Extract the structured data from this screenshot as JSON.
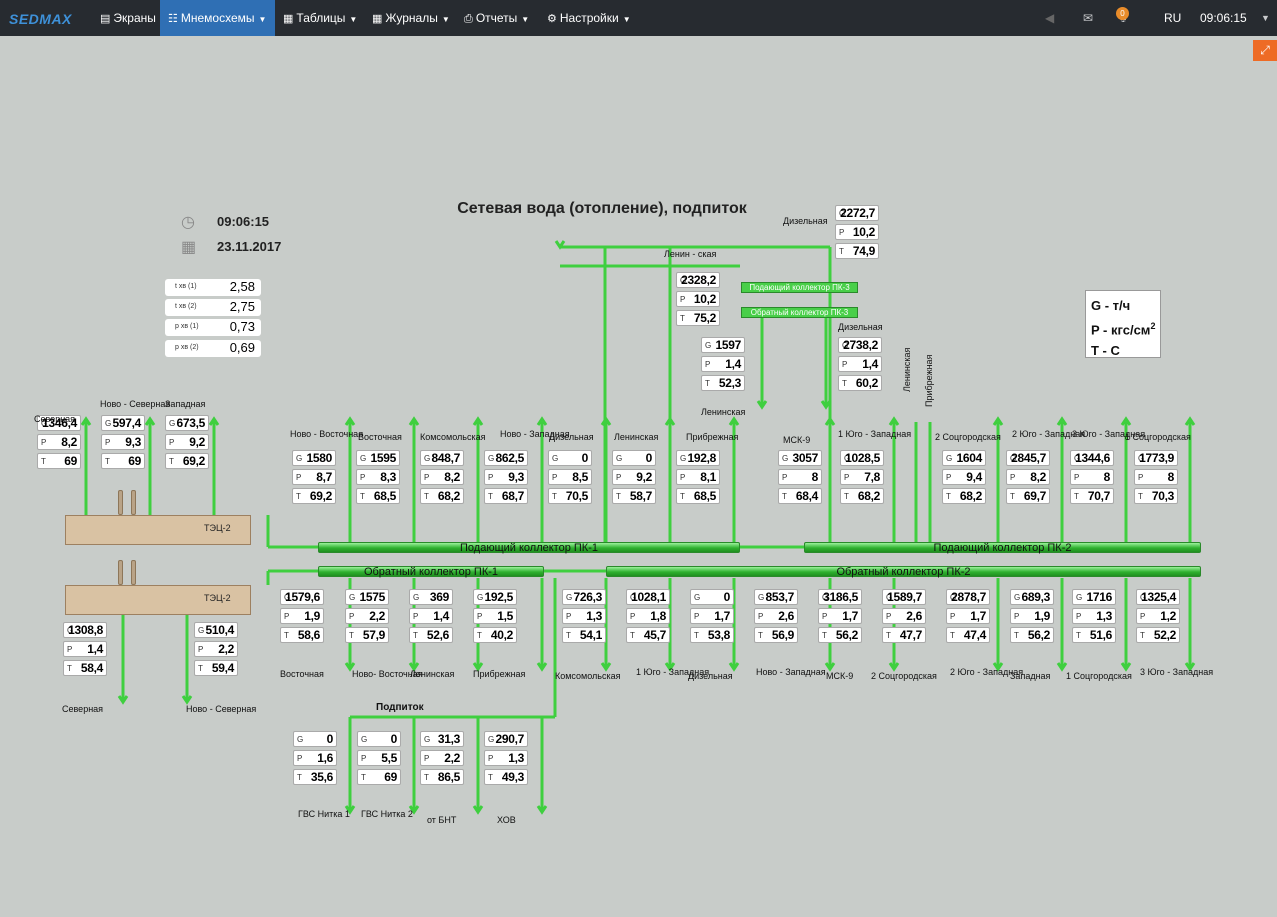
{
  "nav": {
    "logo": "SEDMAX",
    "items": [
      {
        "label": "Экраны",
        "icon": "chart-icon"
      },
      {
        "label": "Мнемосхемы",
        "icon": "sitemap-icon",
        "active": true
      },
      {
        "label": "Таблицы",
        "icon": "table-icon"
      },
      {
        "label": "Журналы",
        "icon": "list-icon"
      },
      {
        "label": "Отчеты",
        "icon": "print-icon"
      },
      {
        "label": "Настройки",
        "icon": "gear-icon"
      }
    ],
    "notif_count": "0",
    "lang": "RU",
    "time": "09:06:15"
  },
  "scheme": {
    "title": "Сетевая вода (отопление), подпиток",
    "time": "09:06:15",
    "date": "23.11.2017",
    "legend": [
      "G - т/ч",
      "P - кгс/см",
      "T - С"
    ],
    "params": [
      {
        "label": "t хв (1)",
        "value": "2,58"
      },
      {
        "label": "t хв (2)",
        "value": "2,75"
      },
      {
        "label": "р хв (1)",
        "value": "0,73"
      },
      {
        "label": "р хв (2)",
        "value": "0,69"
      }
    ],
    "collectors": [
      {
        "label": "Подающий коллектор ПК-1"
      },
      {
        "label": "Подающий коллектор ПК-2"
      },
      {
        "label": "Обратный коллектор ПК-1"
      },
      {
        "label": "Обратный коллектор ПК-2"
      },
      {
        "label": "Подающий коллектор ПК-3"
      },
      {
        "label": "Обратный коллектор ПК-3"
      }
    ],
    "tec": [
      "ТЭЦ-2",
      "ТЭЦ-2"
    ],
    "podpitok": "Подпиток",
    "labels_vert": [
      "Ленинская",
      "Прибрежная"
    ],
    "gauges": [
      {
        "name": "Северная",
        "G": "1346,4",
        "P": "8,2",
        "T": "69"
      },
      {
        "name": "Ново - Северная",
        "G": "597,4",
        "P": "9,3",
        "T": "69"
      },
      {
        "name": "Западная",
        "G": "673,5",
        "P": "9,2",
        "T": "69,2"
      },
      {
        "name": "Ново - Восточная",
        "G": "1580",
        "P": "8,7",
        "T": "69,2"
      },
      {
        "name": "Восточная",
        "G": "1595",
        "P": "8,3",
        "T": "68,5"
      },
      {
        "name": "Комсомольская",
        "G": "848,7",
        "P": "8,2",
        "T": "68,2"
      },
      {
        "name": "Ново - Западная",
        "G": "862,5",
        "P": "9,3",
        "T": "68,7"
      },
      {
        "name": "Дизельная",
        "G": "0",
        "P": "8,5",
        "T": "70,5"
      },
      {
        "name": "Ленинская",
        "G": "0",
        "P": "9,2",
        "T": "58,7"
      },
      {
        "name": "Прибрежная",
        "G": "192,8",
        "P": "8,1",
        "T": "68,5"
      },
      {
        "name": "МСК-9",
        "G": "3057",
        "P": "8",
        "T": "68,4"
      },
      {
        "name": "1 Юго - Западная",
        "G": "1028,5",
        "P": "7,8",
        "T": "68,2"
      },
      {
        "name": "2 Соцгородская",
        "G": "1604",
        "P": "9,4",
        "T": "68,2"
      },
      {
        "name": "2 Юго - Западная",
        "G": "2845,7",
        "P": "8,2",
        "T": "69,7"
      },
      {
        "name": "3 Юго - Западная",
        "G": "1344,6",
        "P": "8",
        "T": "70,7"
      },
      {
        "name": "1 Соцгородская",
        "G": "1773,9",
        "P": "8",
        "T": "70,3"
      },
      {
        "name": "Дизельная",
        "G": "2272,7",
        "P": "10,2",
        "T": "74,9"
      },
      {
        "name": "Ленин - ская",
        "G": "2328,2",
        "P": "10,2",
        "T": "75,2"
      },
      {
        "name": "Ленинская",
        "G": "1597",
        "P": "1,4",
        "T": "52,3"
      },
      {
        "name": "Дизельная",
        "G": "2738,2",
        "P": "1,4",
        "T": "60,2"
      },
      {
        "name": "Северная",
        "G": "1308,8",
        "P": "1,4",
        "T": "58,4"
      },
      {
        "name": "Ново - Северная",
        "G": "510,4",
        "P": "2,2",
        "T": "59,4"
      },
      {
        "name": "Восточная",
        "G": "1579,6",
        "P": "1,9",
        "T": "58,6"
      },
      {
        "name": "Ново- Восточная",
        "G": "1575",
        "P": "2,2",
        "T": "57,9"
      },
      {
        "name": "Ленинская",
        "G": "369",
        "P": "1,4",
        "T": "52,6"
      },
      {
        "name": "Прибрежная",
        "G": "192,5",
        "P": "1,5",
        "T": "40,2"
      },
      {
        "name": "Комсомольская",
        "G": "726,3",
        "P": "1,3",
        "T": "54,1"
      },
      {
        "name": "1 Юго - Западная",
        "G": "1028,1",
        "P": "1,8",
        "T": "45,7"
      },
      {
        "name": "Дизельная",
        "G": "0",
        "P": "1,7",
        "T": "53,8"
      },
      {
        "name": "Ново - Западная",
        "G": "853,7",
        "P": "2,6",
        "T": "56,9"
      },
      {
        "name": "МСК-9",
        "G": "3186,5",
        "P": "1,7",
        "T": "56,2"
      },
      {
        "name": "2 Соцгородская",
        "G": "1589,7",
        "P": "2,6",
        "T": "47,7"
      },
      {
        "name": "2 Юго - Западная",
        "G": "2878,7",
        "P": "1,7",
        "T": "47,4"
      },
      {
        "name": "Западная",
        "G": "689,3",
        "P": "1,9",
        "T": "56,2"
      },
      {
        "name": "1 Соцгородская",
        "G": "1716",
        "P": "1,3",
        "T": "51,6"
      },
      {
        "name": "3 Юго - Западная",
        "G": "1325,4",
        "P": "1,2",
        "T": "52,2"
      },
      {
        "name": "ГВС Нитка 1",
        "G": "0",
        "P": "1,6",
        "T": "35,6"
      },
      {
        "name": "ГВС Нитка 2",
        "G": "0",
        "P": "5,5",
        "T": "69"
      },
      {
        "name": "от БНТ",
        "G": "31,3",
        "P": "2,2",
        "T": "86,5"
      },
      {
        "name": "ХОВ",
        "G": "290,7",
        "P": "1,3",
        "T": "49,3"
      }
    ]
  }
}
